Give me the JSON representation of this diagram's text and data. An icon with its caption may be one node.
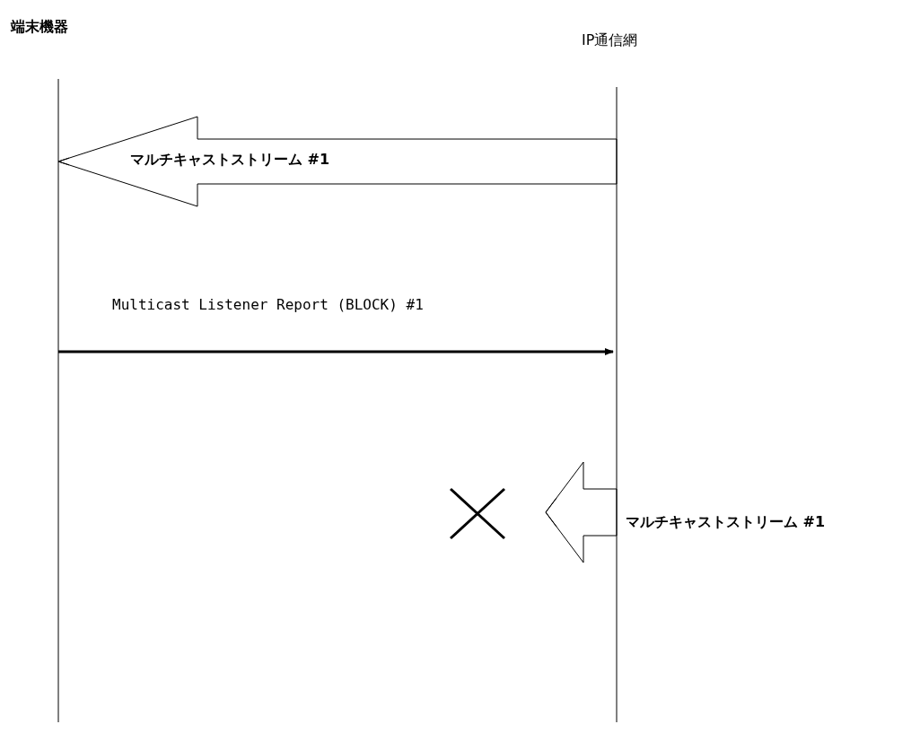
{
  "diagram": {
    "nodes": [
      {
        "text": [
          "端末機器"
        ]
      },
      {
        "text": [
          "IP通信網"
        ]
      }
    ],
    "edges": [
      {
        "from": 1,
        "to": 0,
        "arrow": "to",
        "label": "マルチキャストストリーム #1"
      },
      {
        "from": 0,
        "to": 1,
        "arrow": "to",
        "label": "Multicast Listener Report (BLOCK) #1",
        "style": "thick"
      },
      {
        "from": 1,
        "to": null,
        "arrow": "to",
        "label": "マルチキャストストリーム #1"
      }
    ]
  }
}
